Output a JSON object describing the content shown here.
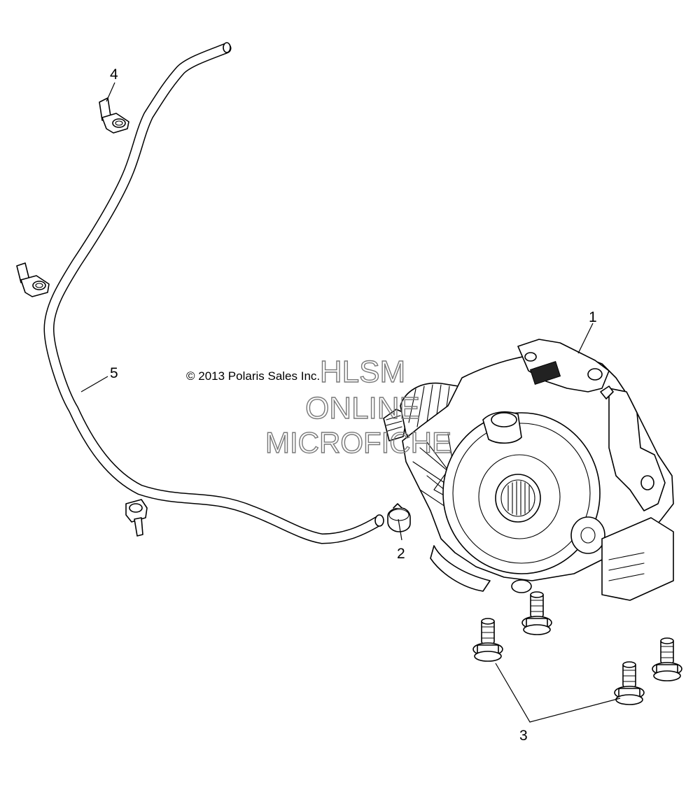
{
  "diagram": {
    "copyright": "© 2013 Polaris Sales Inc.",
    "watermark": [
      "HLSM",
      "ONLINE",
      "MICROFICHE"
    ],
    "callouts": [
      {
        "id": "1",
        "label": "1"
      },
      {
        "id": "2",
        "label": "2"
      },
      {
        "id": "3",
        "label": "3"
      },
      {
        "id": "4",
        "label": "4"
      },
      {
        "id": "5",
        "label": "5"
      }
    ],
    "parts": [
      {
        "callout": "1",
        "icon": "gearcase-icon"
      },
      {
        "callout": "2",
        "icon": "hose-clamp-icon"
      },
      {
        "callout": "3",
        "icon": "flange-bolt-icon"
      },
      {
        "callout": "4",
        "icon": "hose-clip-icon"
      },
      {
        "callout": "5",
        "icon": "vent-hose-icon"
      }
    ]
  }
}
